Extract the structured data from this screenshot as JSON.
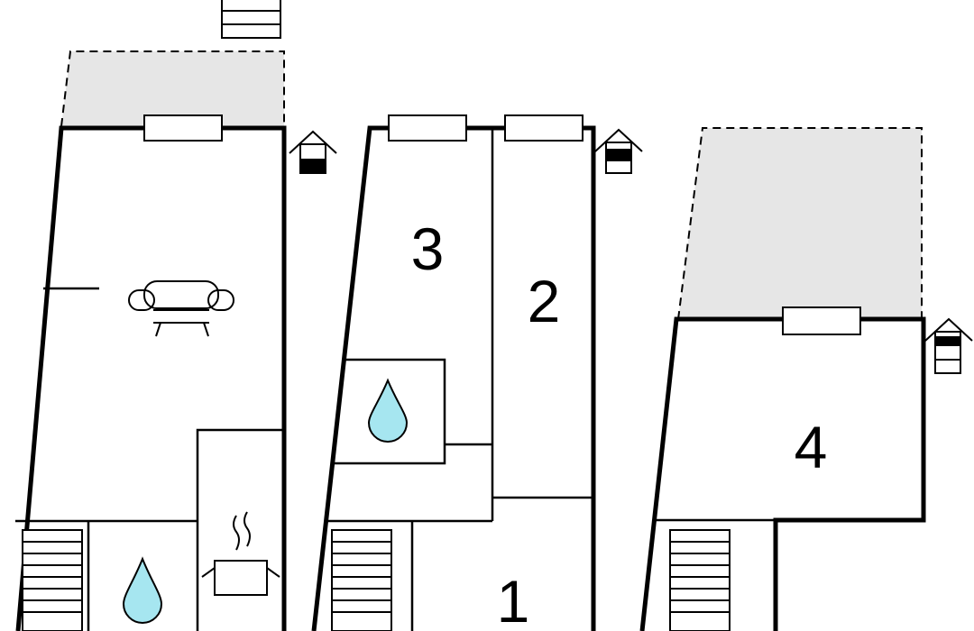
{
  "rooms": [
    {
      "id": "room-1",
      "label": "1"
    },
    {
      "id": "room-2",
      "label": "2"
    },
    {
      "id": "room-3",
      "label": "3"
    },
    {
      "id": "room-4",
      "label": "4"
    }
  ],
  "colors": {
    "wall": "#000000",
    "terrace": "#e6e6e6",
    "water": "#a6e6f0",
    "background": "#ffffff"
  },
  "icons": [
    "sofa-icon",
    "water-drop-icon",
    "cooking-pot-icon",
    "stairs-icon",
    "house-exit-icon",
    "window-icon"
  ]
}
